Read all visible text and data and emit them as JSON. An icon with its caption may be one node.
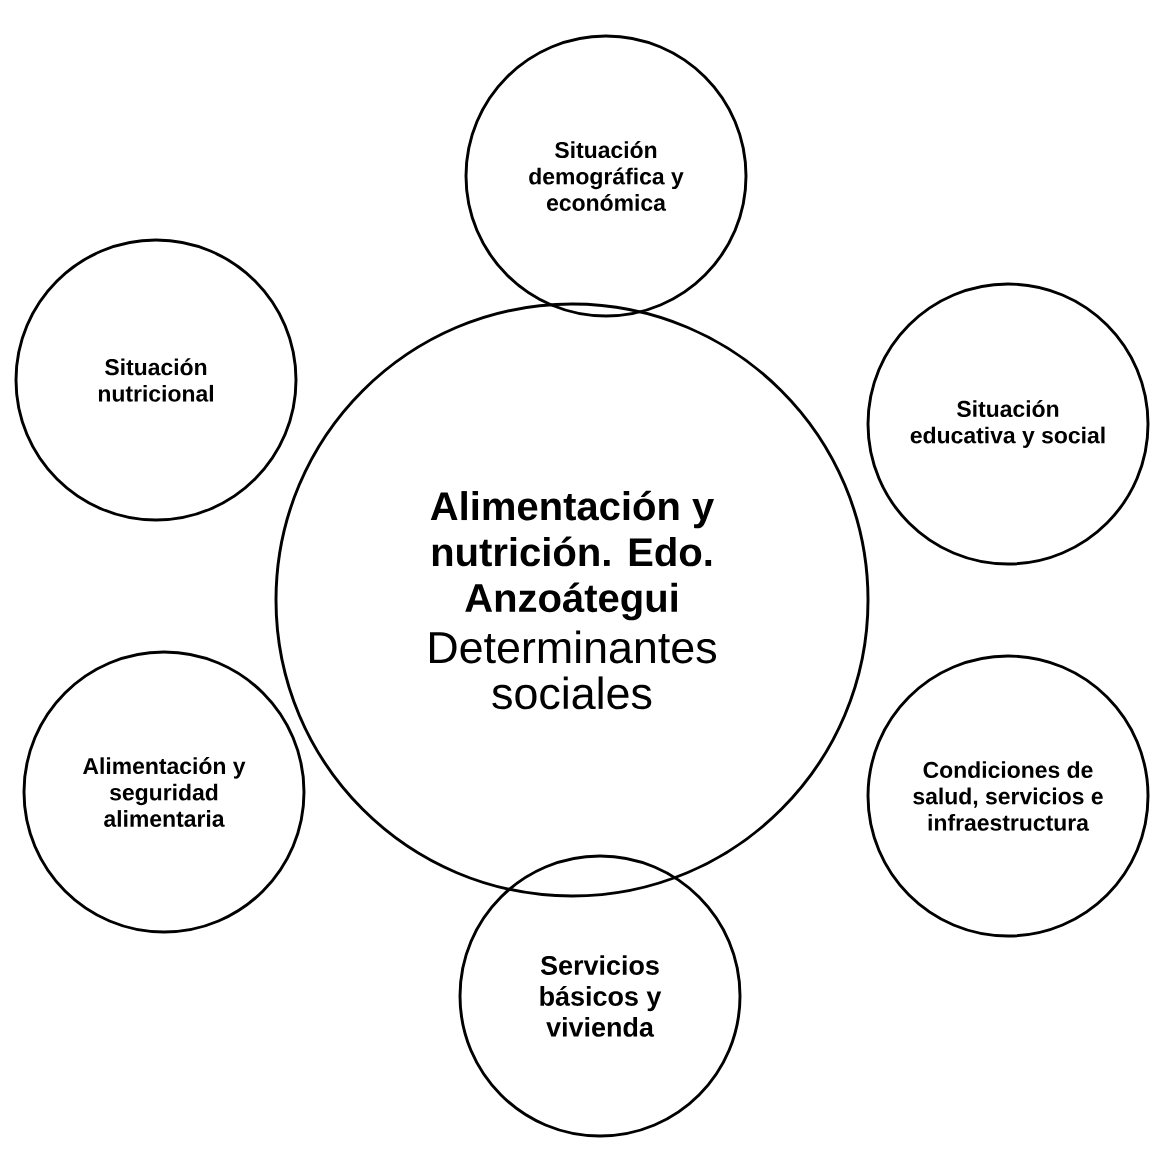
{
  "diagram": {
    "nodes": [
      {
        "text": [
          "Alimentación y nutrición. Edo. Anzoátegui",
          "Determinantes sociales"
        ]
      },
      {
        "text": [
          "Situación demográfica y económica"
        ]
      },
      {
        "text": [
          "Situación nutricional"
        ]
      },
      {
        "text": [
          "Situación educativa y social"
        ]
      },
      {
        "text": [
          "Alimentación y seguridad alimentaria"
        ]
      },
      {
        "text": [
          "Condiciones de salud, servicios e infraestructura"
        ]
      },
      {
        "text": [
          "Servicios básicos y vivienda"
        ]
      }
    ]
  }
}
